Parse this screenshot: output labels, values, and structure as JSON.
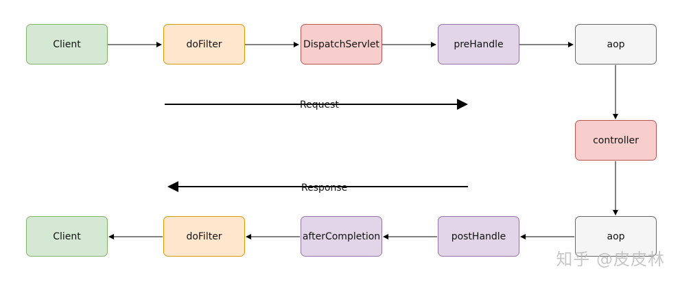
{
  "nodes": {
    "client_top": "Client",
    "dofilter_top": "doFilter",
    "dispatch": "DispatchServlet",
    "prehandle": "preHandle",
    "aop_top": "aop",
    "controller": "controller",
    "aop_bottom": "aop",
    "posthandle": "postHandle",
    "aftercompletion": "afterCompletion",
    "dofilter_bottom": "doFilter",
    "client_bottom": "Client"
  },
  "flows": {
    "request": "Request",
    "response": "Response"
  },
  "watermark": "知乎 @皮皮林",
  "colors": {
    "green_fill": "#d5e8d4",
    "orange_fill": "#ffe6cc",
    "red_fill": "#f8cecc",
    "purple_fill": "#e1d5e7",
    "gray_fill": "#f5f5f5"
  }
}
